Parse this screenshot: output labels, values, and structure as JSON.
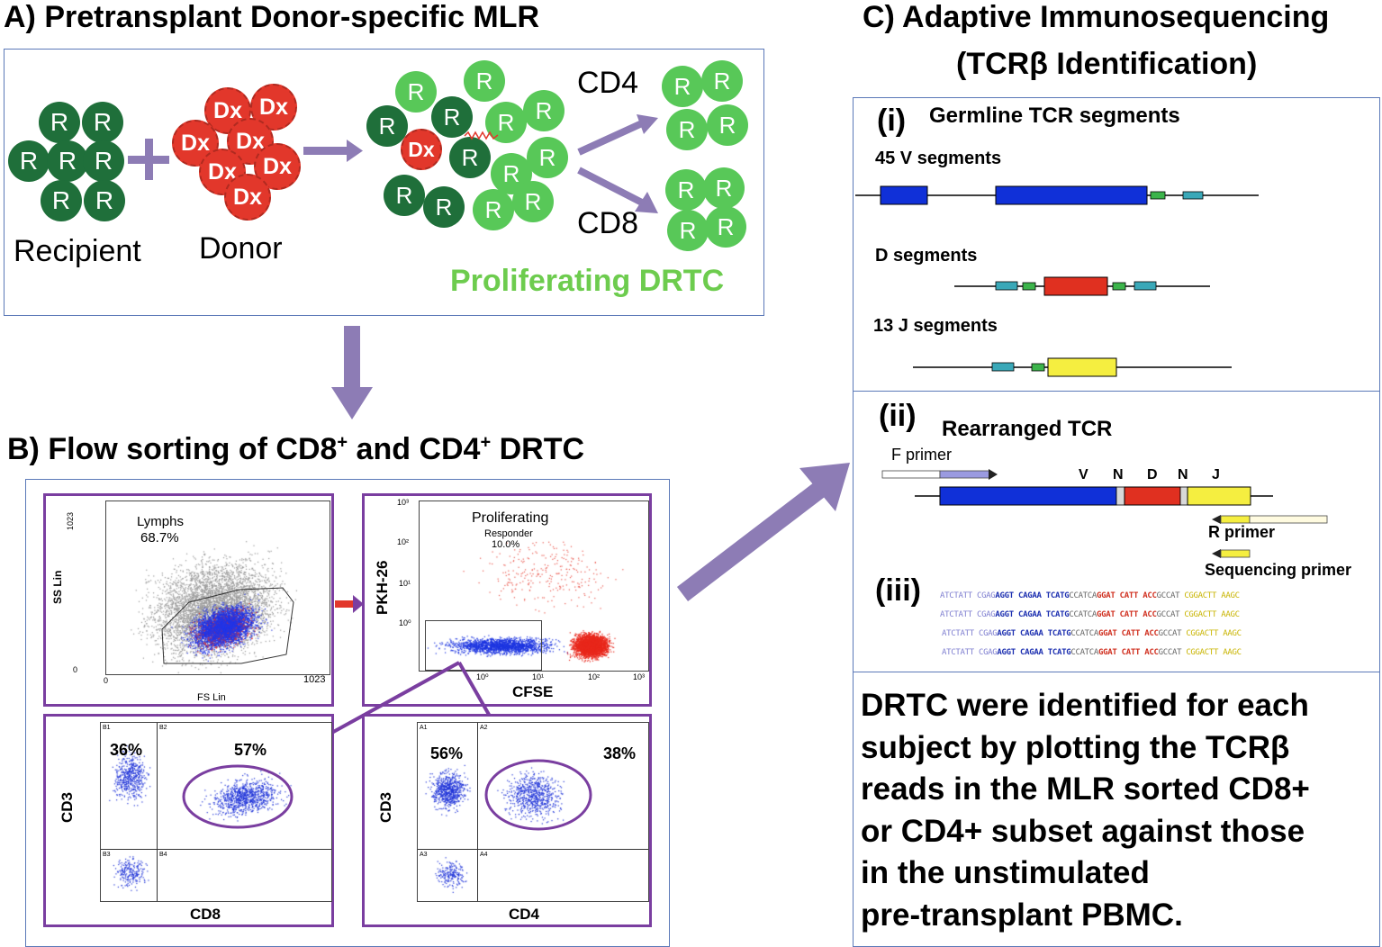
{
  "panelA": {
    "title": "A) Pretransplant Donor-specific MLR",
    "recipient_label": "Recipient",
    "donor_label": "Donor",
    "cd4_label": "CD4",
    "cd8_label": "CD8",
    "proliferating_label": "Proliferating DRTC",
    "r_letter": "R",
    "dx_letter": "Dx"
  },
  "panelB": {
    "title": "B) Flow sorting of CD8",
    "title_sup1": "+",
    "title_mid": " and CD4",
    "title_sup2": "+",
    "title_end": " DRTC",
    "plot1": {
      "gate_label": "Lymphs",
      "gate_value": "68.7%",
      "y_label": "SS Lin",
      "x_label": "FS Lin",
      "y_max": "1023",
      "y_min": "0",
      "x_min": "0",
      "x_max": "1023"
    },
    "plot2": {
      "gate_label": "Proliferating",
      "sub_label": "Responder",
      "gate_value": "10.0%",
      "y_label": "PKH-26",
      "x_label": "CFSE",
      "ticks": [
        "10³",
        "10²",
        "10¹",
        "10⁰",
        "10⁰",
        "10¹",
        "10²",
        "10³"
      ]
    },
    "plot3": {
      "left_value": "36%",
      "right_value": "57%",
      "y_label": "CD3",
      "x_label": "CD8",
      "q1": "B1",
      "q2": "B2",
      "q3": "B3",
      "q4": "B4"
    },
    "plot4": {
      "left_value": "56%",
      "right_value": "38%",
      "y_label": "CD3",
      "x_label": "CD4",
      "q1": "A1",
      "q2": "A2",
      "q3": "A3",
      "q4": "A4"
    }
  },
  "panelC": {
    "title_line1": "C) Adaptive Immunosequencing",
    "title_line2": "(TCRβ Identification)",
    "i_label": "(i)",
    "i_title": "Germline TCR segments",
    "v_segments": "45 V segments",
    "d_segments": "D segments",
    "j_segments": "13 J segments",
    "ii_label": "(ii)",
    "ii_title": "Rearranged TCR",
    "f_primer": "F primer",
    "r_primer": "R primer",
    "seq_primer": "Sequencing primer",
    "v": "V",
    "n1": "N",
    "d": "D",
    "n2": "N",
    "j": "J",
    "iii_label": "(iii)",
    "seq_parts": [
      "ATCTATT CGAG",
      "AGGT CAGAA TCATG",
      "CCATCA",
      "GGAT CATT ACC",
      "GCCAT ",
      "CGGACTT AAGC"
    ]
  },
  "summary": {
    "lines": [
      "DRTC were identified for each",
      "subject by plotting the TCRβ",
      "reads in the MLR sorted CD8+",
      "or CD4+ subset against those",
      "in the unstimulated",
      "pre-transplant PBMC."
    ]
  },
  "colors": {
    "dark_green": "#1f6f3a",
    "light_green": "#58c858",
    "donor_red": "#e2372b",
    "arrow_purple": "#8d7cb5",
    "gate_purple": "#7a3ea0",
    "v_blue": "#1030d8",
    "d_red": "#e03020",
    "j_yellow": "#f5ee40"
  }
}
